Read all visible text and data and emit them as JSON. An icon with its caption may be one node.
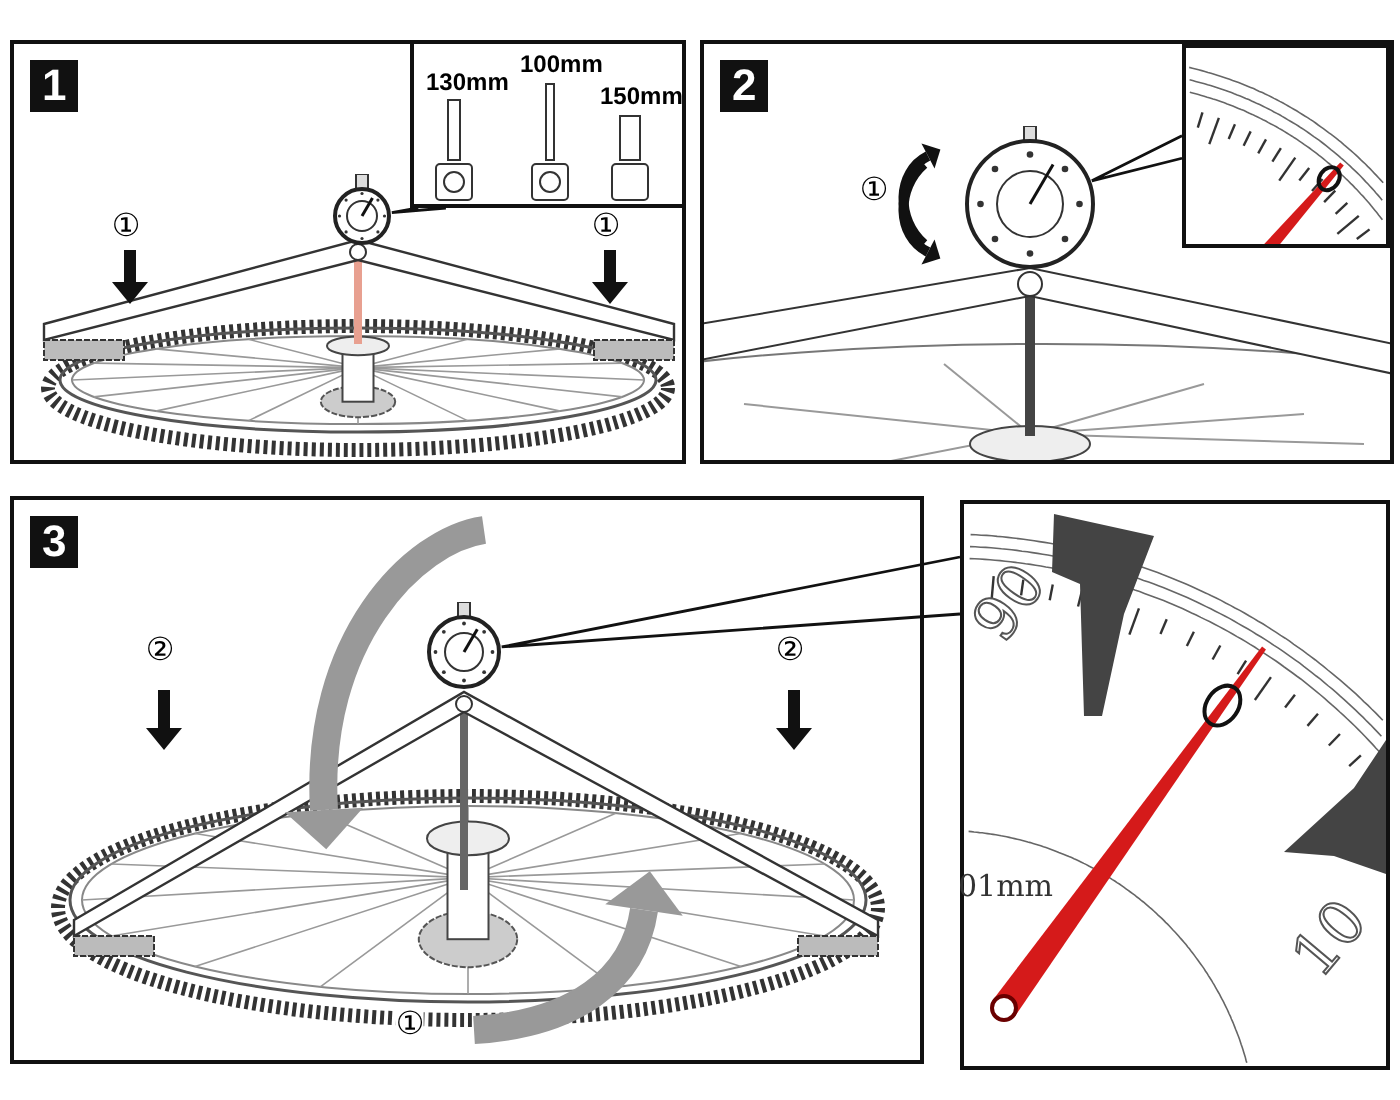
{
  "diagram": {
    "nodes": [
      {
        "text": [
          "1"
        ]
      },
      {
        "text": [
          "130mm",
          "100mm",
          "150mm"
        ]
      },
      {
        "text": [],
        "shape": "picture",
        "in": 0
      },
      {
        "text": [
          "2"
        ]
      },
      {
        "text": [],
        "shape": "picture",
        "in": 3
      },
      {
        "text": [],
        "shape": "picture",
        "in": 3
      },
      {
        "text": [
          "3"
        ]
      },
      {
        "text": [],
        "shape": "picture",
        "in": 6
      },
      {
        "text": [
          "90",
          "10",
          "01mm"
        ]
      }
    ],
    "edges": [
      {
        "from": 2,
        "to": 1,
        "arrow": "none"
      },
      {
        "from": 4,
        "to": 5,
        "arrow": "none"
      },
      {
        "from": 7,
        "to": 8,
        "arrow": "none"
      }
    ],
    "labels": [
      "①",
      "①",
      "①",
      "②",
      "②",
      "①"
    ]
  }
}
